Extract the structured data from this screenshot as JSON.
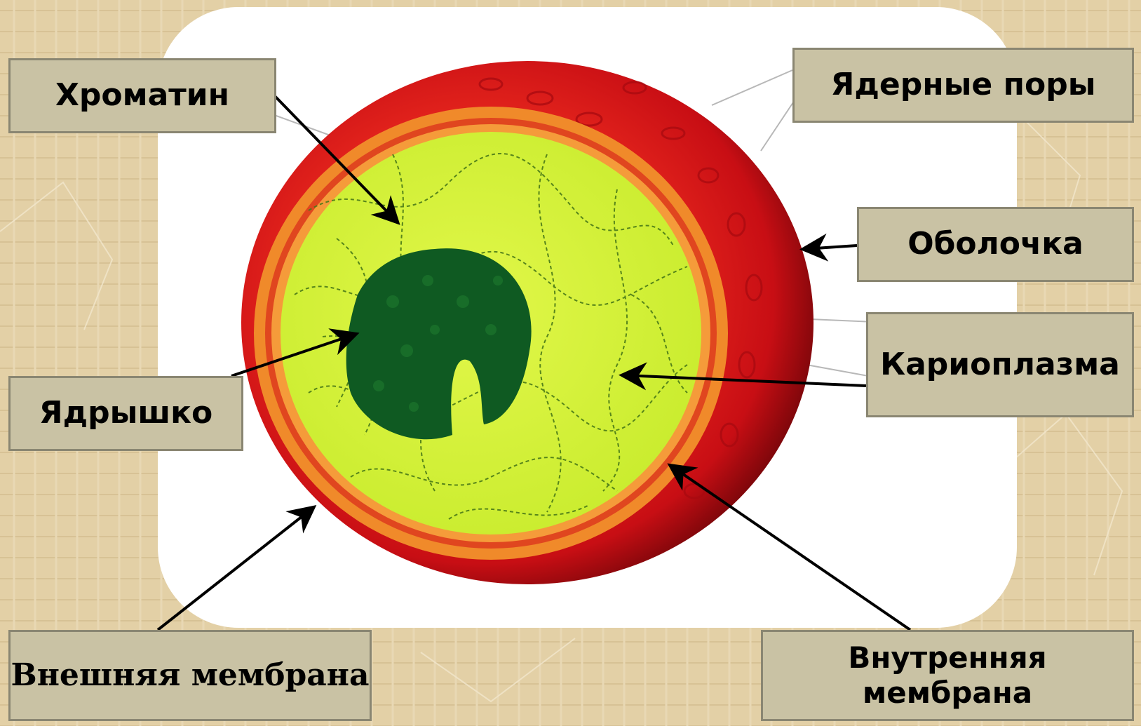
{
  "labels": {
    "chromatin": "Хроматин",
    "nuclear_pores": "Ядерные поры",
    "envelope": "Оболочка",
    "karyoplasm": "Кариоплазма",
    "nucleolus": "Ядрышко",
    "outer_membrane": "Внешняя мембрана",
    "inner_membrane": "Внутренняя\nмембрана"
  },
  "colors": {
    "background": "#e3d0a6",
    "card": "#ffffff",
    "label_fill": "#c9c2a4",
    "label_border": "#8a8672",
    "envelope_red": "#d9141c",
    "membrane_orange": "#f08a2a",
    "karyoplasm_yellow": "#d8f23a",
    "nucleolus_green": "#0f5a22",
    "arrow": "#000000"
  }
}
